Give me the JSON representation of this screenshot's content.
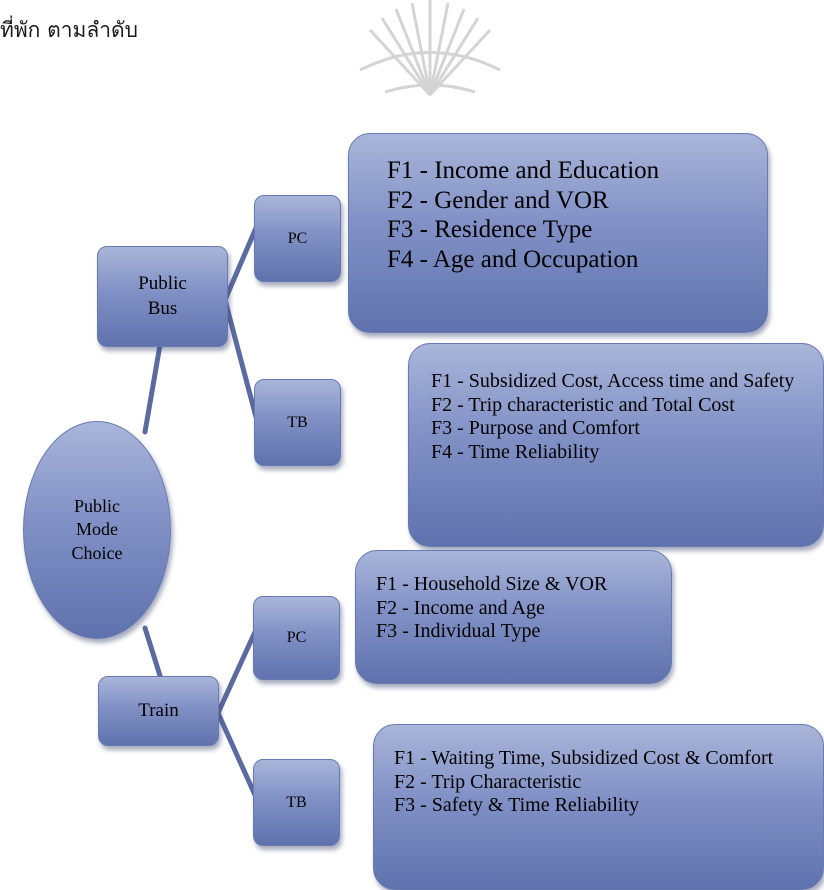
{
  "header": {
    "line1": "ุ",
    "line2": "ที่พัก ตามลำดับ"
  },
  "watermark": {
    "icon": "institution-seal-watermark"
  },
  "colors": {
    "node_top": "#a9b5d9",
    "node_bottom": "#5f72ad",
    "connector": "#5b6aa0"
  },
  "diagram": {
    "root": {
      "label": "Public\nMode\nChoice"
    },
    "bus": {
      "label": "Public\nBus",
      "pc": {
        "label": "PC",
        "factors": [
          "F1 - Income and Education",
          "F2 - Gender and VOR",
          "F3 - Residence Type",
          "F4 - Age and Occupation"
        ]
      },
      "tb": {
        "label": "TB",
        "factors": [
          "F1 - Subsidized Cost, Access time and Safety",
          "F2 - Trip characteristic and Total Cost",
          "F3 - Purpose and Comfort",
          "F4 - Time Reliability"
        ]
      }
    },
    "train": {
      "label": "Train",
      "pc": {
        "label": "PC",
        "factors": [
          "F1 - Household Size & VOR",
          "F2 - Income and Age",
          "F3 - Individual Type"
        ]
      },
      "tb": {
        "label": "TB",
        "factors": [
          "F1 - Waiting Time, Subsidized Cost & Comfort",
          "F2 - Trip Characteristic",
          "F3 - Safety & Time Reliability"
        ]
      }
    }
  }
}
